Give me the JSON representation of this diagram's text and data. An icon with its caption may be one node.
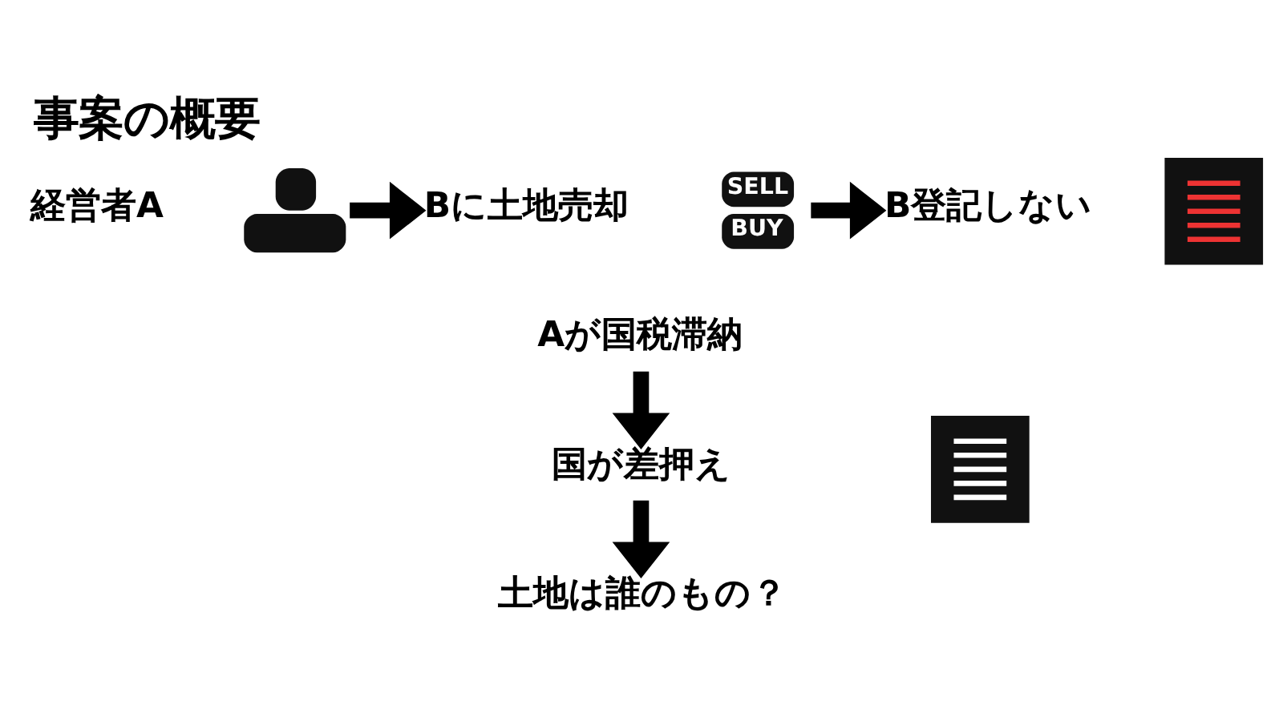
{
  "diagram": {
    "title": "事案の概要",
    "nodes": [
      {
        "text": [
          "経営者A"
        ]
      },
      {
        "text": [],
        "shape": "person"
      },
      {
        "text": [
          "Bに土地売却"
        ]
      },
      {
        "text": [
          "SELL",
          "BUY"
        ]
      },
      {
        "text": [
          "B登記しない"
        ]
      },
      {
        "text": [],
        "shape": "picture"
      },
      {
        "text": [
          "Aが国税滞納"
        ]
      },
      {
        "text": [
          "国が差押え"
        ]
      },
      {
        "text": [
          "土地は誰のもの？"
        ]
      },
      {
        "text": [],
        "shape": "picture"
      }
    ],
    "edges": [
      {
        "from": 1,
        "to": 2,
        "arrow": "to"
      },
      {
        "from": 3,
        "to": 4,
        "arrow": "to"
      },
      {
        "from": 6,
        "to": 7,
        "arrow": "to"
      },
      {
        "from": 7,
        "to": 8,
        "arrow": "to"
      }
    ]
  }
}
